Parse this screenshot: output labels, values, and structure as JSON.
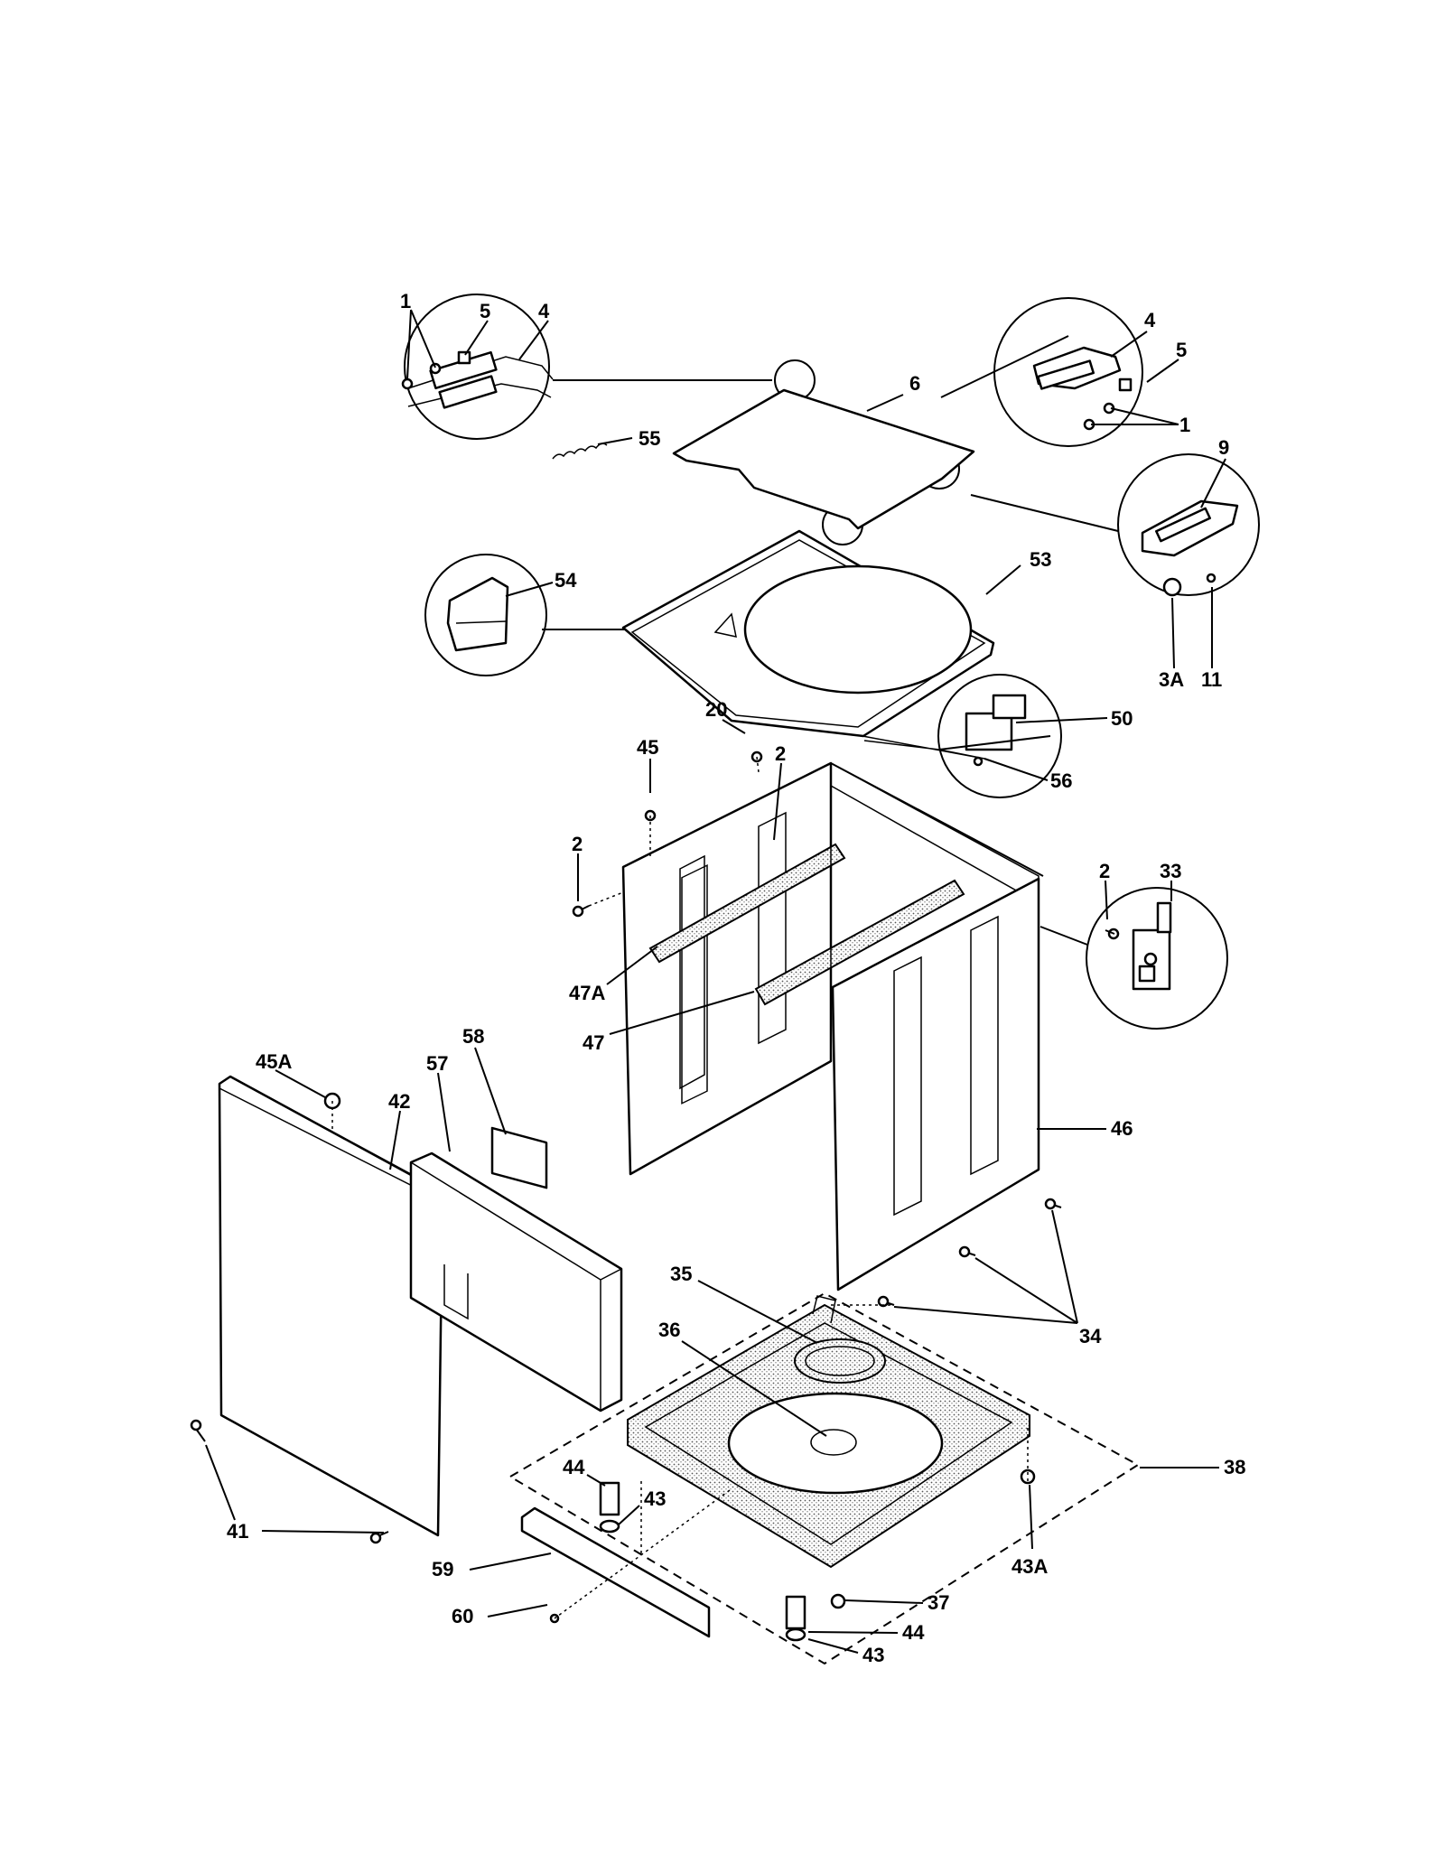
{
  "callouts": [
    {
      "id": "c-1a",
      "text": "1"
    },
    {
      "id": "c-5a",
      "text": "5"
    },
    {
      "id": "c-4a",
      "text": "4"
    },
    {
      "id": "c-55",
      "text": "55"
    },
    {
      "id": "c-6",
      "text": "6"
    },
    {
      "id": "c-4b",
      "text": "4"
    },
    {
      "id": "c-5b",
      "text": "5"
    },
    {
      "id": "c-1b",
      "text": "1"
    },
    {
      "id": "c-9",
      "text": "9"
    },
    {
      "id": "c-3a",
      "text": "3A"
    },
    {
      "id": "c-11",
      "text": "11"
    },
    {
      "id": "c-54",
      "text": "54"
    },
    {
      "id": "c-53",
      "text": "53"
    },
    {
      "id": "c-20",
      "text": "20"
    },
    {
      "id": "c-50",
      "text": "50"
    },
    {
      "id": "c-56",
      "text": "56"
    },
    {
      "id": "c-45",
      "text": "45"
    },
    {
      "id": "c-2a",
      "text": "2"
    },
    {
      "id": "c-2b",
      "text": "2"
    },
    {
      "id": "c-2c",
      "text": "2"
    },
    {
      "id": "c-33",
      "text": "33"
    },
    {
      "id": "c-47a",
      "text": "47A"
    },
    {
      "id": "c-47",
      "text": "47"
    },
    {
      "id": "c-45a",
      "text": "45A"
    },
    {
      "id": "c-42",
      "text": "42"
    },
    {
      "id": "c-57",
      "text": "57"
    },
    {
      "id": "c-58",
      "text": "58"
    },
    {
      "id": "c-46",
      "text": "46"
    },
    {
      "id": "c-35",
      "text": "35"
    },
    {
      "id": "c-36",
      "text": "36"
    },
    {
      "id": "c-34",
      "text": "34"
    },
    {
      "id": "c-38",
      "text": "38"
    },
    {
      "id": "c-44a",
      "text": "44"
    },
    {
      "id": "c-43a",
      "text": "43"
    },
    {
      "id": "c-41",
      "text": "41"
    },
    {
      "id": "c-59",
      "text": "59"
    },
    {
      "id": "c-60",
      "text": "60"
    },
    {
      "id": "c-37",
      "text": "37"
    },
    {
      "id": "c-44b",
      "text": "44"
    },
    {
      "id": "c-43b",
      "text": "43"
    },
    {
      "id": "c-43a2",
      "text": "43A"
    }
  ]
}
